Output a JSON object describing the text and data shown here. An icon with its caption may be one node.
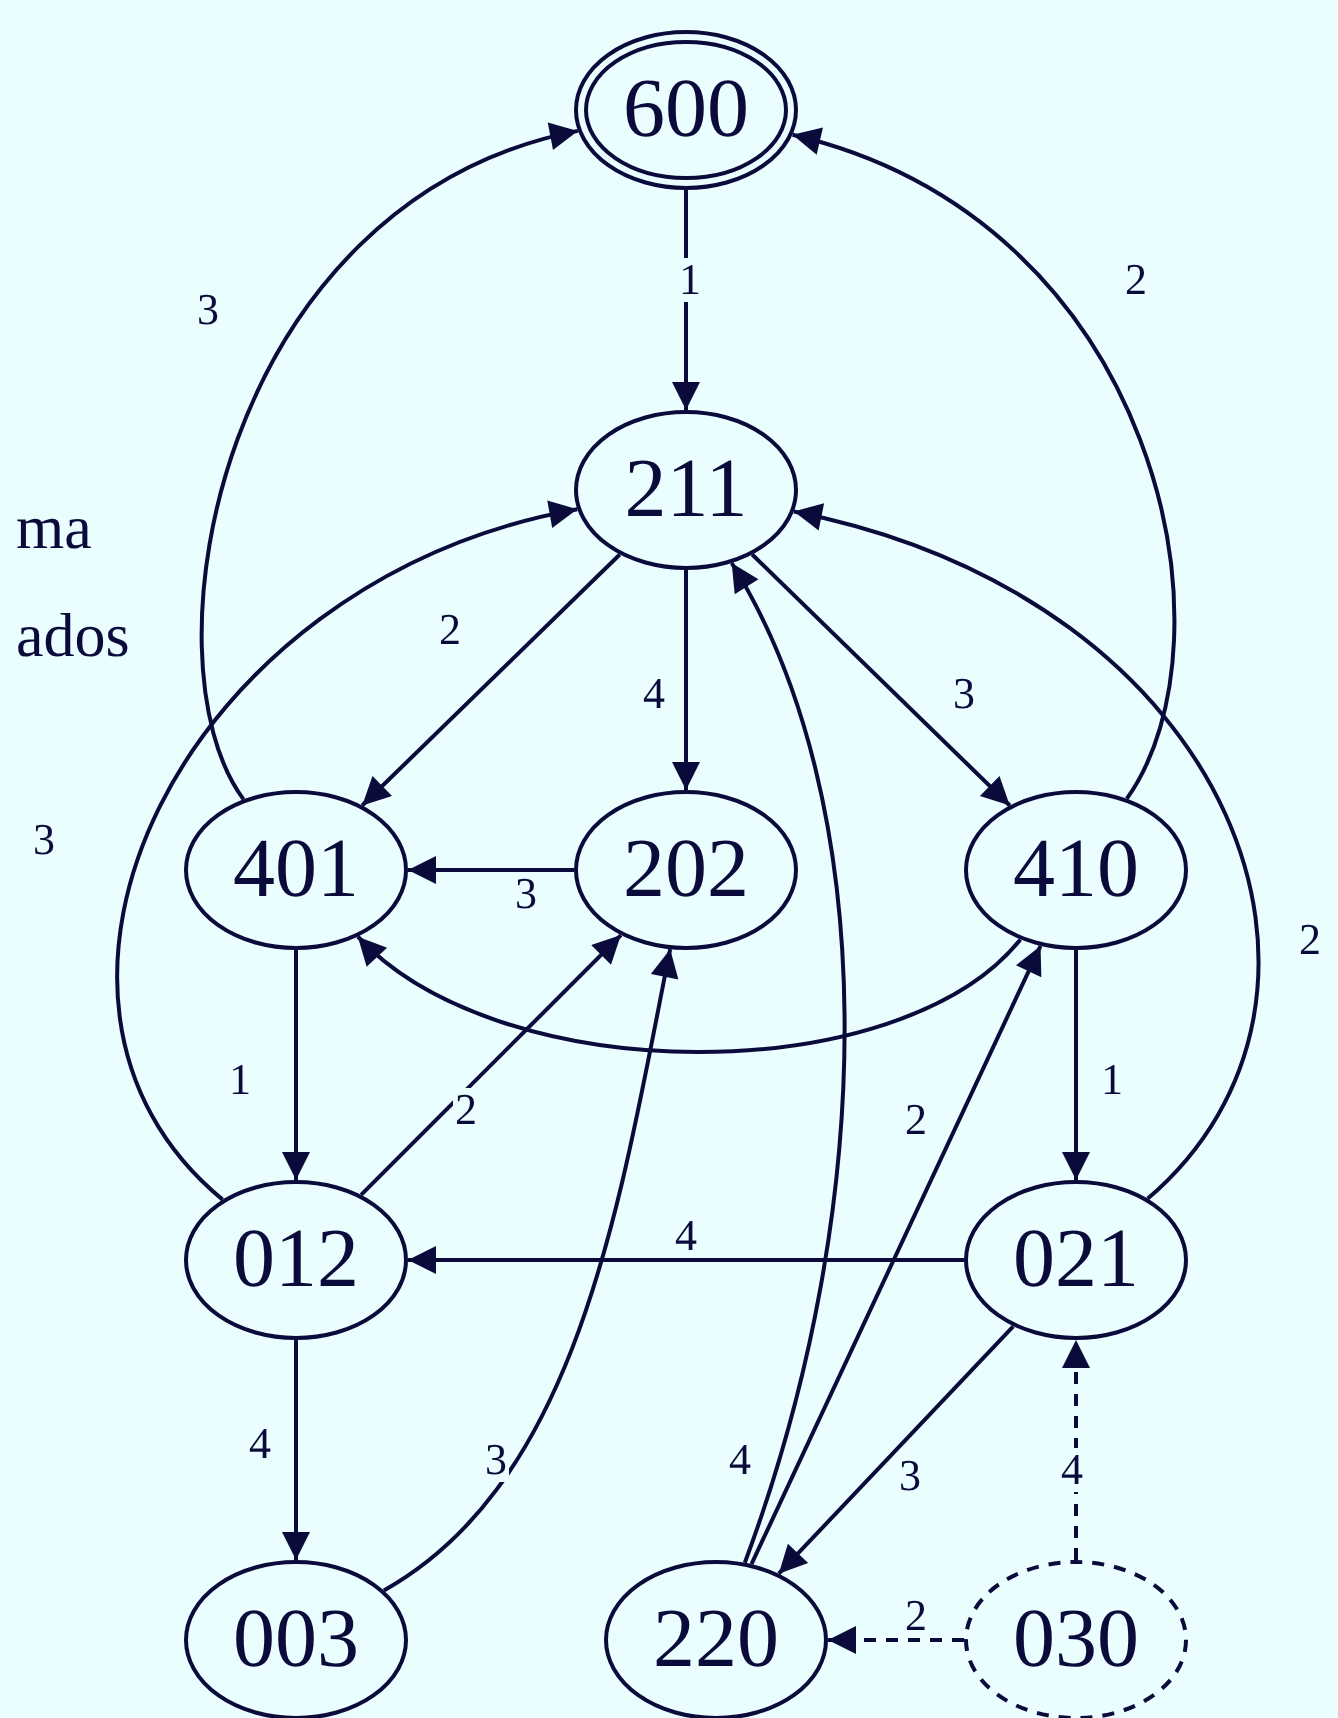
{
  "diagram": {
    "nodes": [
      {
        "text": [
          "600"
        ]
      },
      {
        "text": [
          "211"
        ]
      },
      {
        "text": [
          "401"
        ]
      },
      {
        "text": [
          "202"
        ]
      },
      {
        "text": [
          "410"
        ]
      },
      {
        "text": [
          "012"
        ]
      },
      {
        "text": [
          "021"
        ]
      },
      {
        "text": [
          "003"
        ]
      },
      {
        "text": [
          "220"
        ]
      },
      {
        "text": [
          "030"
        ]
      }
    ],
    "edges": [
      {
        "from": 0,
        "to": 1,
        "arrow": "to",
        "label": "1"
      },
      {
        "from": 2,
        "to": 0,
        "arrow": "to",
        "label": "3"
      },
      {
        "from": 4,
        "to": 0,
        "arrow": "to",
        "label": "2"
      },
      {
        "from": 1,
        "to": 2,
        "arrow": "to",
        "label": "2"
      },
      {
        "from": 1,
        "to": 3,
        "arrow": "to",
        "label": "4"
      },
      {
        "from": 1,
        "to": 4,
        "arrow": "to",
        "label": "3"
      },
      {
        "from": 3,
        "to": 2,
        "arrow": "to",
        "label": "3"
      },
      {
        "from": 4,
        "to": 2,
        "arrow": "to"
      },
      {
        "from": 5,
        "to": 1,
        "arrow": "to",
        "label": "3"
      },
      {
        "from": 6,
        "to": 1,
        "arrow": "to",
        "label": "2"
      },
      {
        "from": 2,
        "to": 5,
        "arrow": "to",
        "label": "1"
      },
      {
        "from": 5,
        "to": 3,
        "arrow": "to",
        "label": "2"
      },
      {
        "from": 4,
        "to": 6,
        "arrow": "to",
        "label": "1"
      },
      {
        "from": 6,
        "to": 5,
        "arrow": "to",
        "label": "4"
      },
      {
        "from": 5,
        "to": 7,
        "arrow": "to",
        "label": "4"
      },
      {
        "from": 7,
        "to": 3,
        "arrow": "to",
        "label": "3"
      },
      {
        "from": 8,
        "to": 1,
        "arrow": "to",
        "label": "4"
      },
      {
        "from": 8,
        "to": 4,
        "arrow": "to",
        "label": "2"
      },
      {
        "from": 6,
        "to": 8,
        "arrow": "to",
        "label": "3"
      },
      {
        "from": 9,
        "to": 6,
        "arrow": "to",
        "label": "4",
        "style": "dashed"
      },
      {
        "from": 9,
        "to": 8,
        "arrow": "to",
        "label": "2",
        "style": "dashed"
      }
    ],
    "labels": [
      "ma",
      "ados"
    ]
  }
}
